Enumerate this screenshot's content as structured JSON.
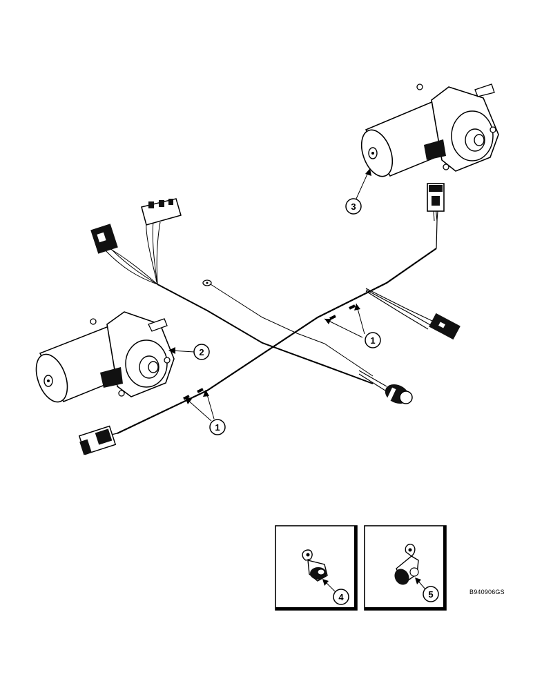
{
  "figure_id": "B940906GS",
  "callouts": [
    {
      "label": "1"
    },
    {
      "label": "1"
    },
    {
      "label": "2"
    },
    {
      "label": "3"
    },
    {
      "label": "4"
    },
    {
      "label": "5"
    }
  ],
  "detail_insets": [
    {
      "callout_index": 4
    },
    {
      "callout_index": 5
    }
  ]
}
